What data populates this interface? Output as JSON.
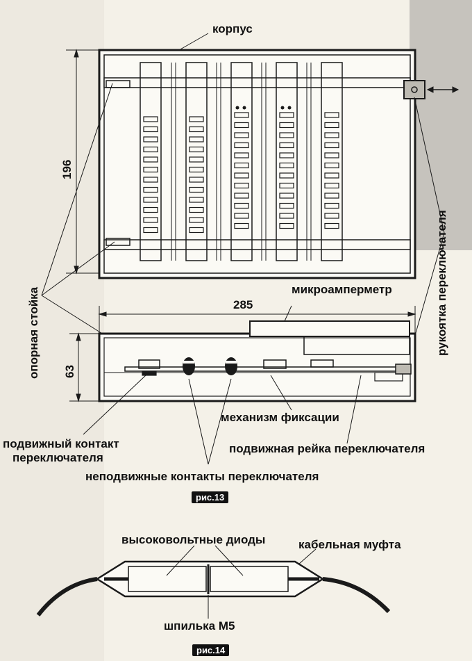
{
  "fig13": {
    "label_korpus": "корпус",
    "dim_width": "285",
    "dim_height_top": "196",
    "dim_height_bottom": "63",
    "label_microammeter": "микроамперметр",
    "label_handle": "рукоятка переключателя",
    "label_support": "опорная стойка",
    "label_fixing": "механизм фиксации",
    "label_moving_rail": "подвижная рейка переключателя",
    "label_moving_contact_1": "подвижный контакт",
    "label_moving_contact_2": "переключателя",
    "label_fixed_contacts": "неподвижные контакты переключателя",
    "caption": "рис.13"
  },
  "fig14": {
    "label_diodes": "высоковольтные диоды",
    "label_coupling": "кабельная муфта",
    "label_stud": "шпилька М5",
    "caption": "рис.14"
  },
  "colors": {
    "line": "#1a1a1a",
    "paper": "#f4f1e8",
    "badge": "#111111"
  }
}
